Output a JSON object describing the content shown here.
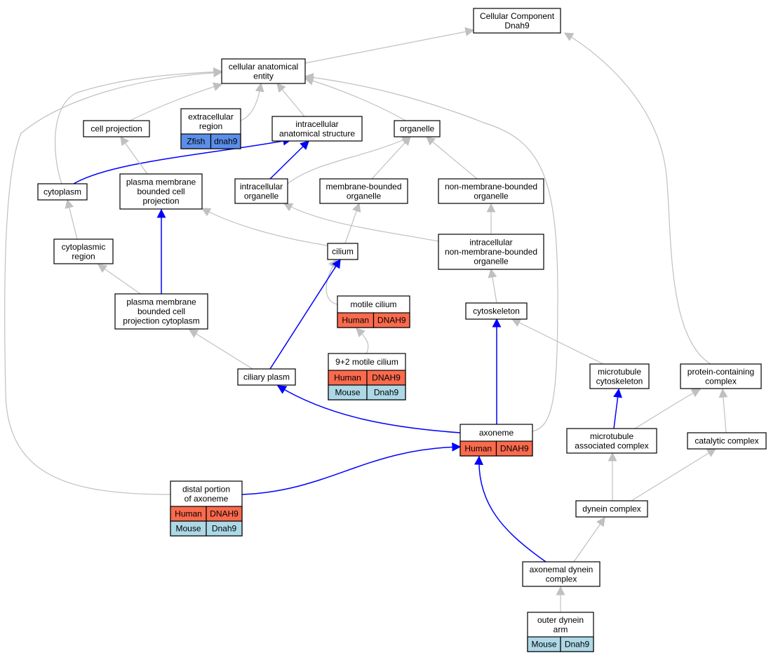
{
  "colors": {
    "edge_gray": "#c0c0c0",
    "edge_blue": "#0000ff",
    "human": "#fa6a4d",
    "mouse": "#add8e6",
    "zfish": "#5b8ee8"
  },
  "nodes": {
    "root": {
      "lines": [
        "Cellular Component",
        "Dnah9"
      ]
    },
    "cae": {
      "lines": [
        "cellular anatomical",
        "entity"
      ]
    },
    "cellproj": {
      "lines": [
        "cell projection"
      ]
    },
    "extracell": {
      "lines": [
        "extracellular",
        "region"
      ],
      "species": [
        {
          "org": "Zfish",
          "gene": "dnah9",
          "kind": "zfish"
        }
      ]
    },
    "intraanat": {
      "lines": [
        "intracellular",
        "anatomical structure"
      ]
    },
    "organelle": {
      "lines": [
        "organelle"
      ]
    },
    "cytoplasm": {
      "lines": [
        "cytoplasm"
      ]
    },
    "pmbcp": {
      "lines": [
        "plasma membrane",
        "bounded cell",
        "projection"
      ]
    },
    "intraorg": {
      "lines": [
        "intracellular",
        "organelle"
      ]
    },
    "mbo": {
      "lines": [
        "membrane-bounded",
        "organelle"
      ]
    },
    "nmbo": {
      "lines": [
        "non-membrane-bounded",
        "organelle"
      ]
    },
    "cytoreg": {
      "lines": [
        "cytoplasmic",
        "region"
      ]
    },
    "cilium": {
      "lines": [
        "cilium"
      ]
    },
    "inmbo": {
      "lines": [
        "intracellular",
        "non-membrane-bounded",
        "organelle"
      ]
    },
    "pmbcpc": {
      "lines": [
        "plasma membrane",
        "bounded cell",
        "projection cytoplasm"
      ]
    },
    "motile": {
      "lines": [
        "motile cilium"
      ],
      "species": [
        {
          "org": "Human",
          "gene": "DNAH9",
          "kind": "human"
        }
      ]
    },
    "cytoskel": {
      "lines": [
        "cytoskeleton"
      ]
    },
    "ninetwo": {
      "lines": [
        "9+2 motile cilium"
      ],
      "species": [
        {
          "org": "Human",
          "gene": "DNAH9",
          "kind": "human"
        },
        {
          "org": "Mouse",
          "gene": "Dnah9",
          "kind": "mouse"
        }
      ]
    },
    "cilplasm": {
      "lines": [
        "ciliary plasm"
      ]
    },
    "mtcyto": {
      "lines": [
        "microtubule",
        "cytoskeleton"
      ]
    },
    "pcc": {
      "lines": [
        "protein-containing",
        "complex"
      ]
    },
    "axoneme": {
      "lines": [
        "axoneme"
      ],
      "species": [
        {
          "org": "Human",
          "gene": "DNAH9",
          "kind": "human"
        }
      ]
    },
    "mtac": {
      "lines": [
        "microtubule",
        "associated complex"
      ]
    },
    "catcomp": {
      "lines": [
        "catalytic complex"
      ]
    },
    "distal": {
      "lines": [
        "distal portion",
        "of axoneme"
      ],
      "species": [
        {
          "org": "Human",
          "gene": "DNAH9",
          "kind": "human"
        },
        {
          "org": "Mouse",
          "gene": "Dnah9",
          "kind": "mouse"
        }
      ]
    },
    "dynein": {
      "lines": [
        "dynein complex"
      ]
    },
    "axdyn": {
      "lines": [
        "axonemal dynein",
        "complex"
      ]
    },
    "outer": {
      "lines": [
        "outer dynein",
        "arm"
      ],
      "species": [
        {
          "org": "Mouse",
          "gene": "Dnah9",
          "kind": "mouse"
        }
      ]
    }
  },
  "edges": [
    {
      "from": "cae",
      "to": "root",
      "rel": "is_a"
    },
    {
      "from": "pcc",
      "to": "root",
      "rel": "is_a"
    },
    {
      "from": "cellproj",
      "to": "cae",
      "rel": "is_a"
    },
    {
      "from": "extracell",
      "to": "cae",
      "rel": "is_a"
    },
    {
      "from": "intraanat",
      "to": "cae",
      "rel": "is_a"
    },
    {
      "from": "organelle",
      "to": "cae",
      "rel": "is_a"
    },
    {
      "from": "cytoplasm",
      "to": "cae",
      "rel": "is_a"
    },
    {
      "from": "distal",
      "to": "cae",
      "rel": "is_a"
    },
    {
      "from": "axoneme",
      "to": "cae",
      "rel": "is_a"
    },
    {
      "from": "cytoplasm",
      "to": "intraanat",
      "rel": "part_of"
    },
    {
      "from": "intraorg",
      "to": "intraanat",
      "rel": "part_of"
    },
    {
      "from": "pmbcp",
      "to": "cellproj",
      "rel": "is_a"
    },
    {
      "from": "intraorg",
      "to": "organelle",
      "rel": "is_a"
    },
    {
      "from": "mbo",
      "to": "organelle",
      "rel": "is_a"
    },
    {
      "from": "nmbo",
      "to": "organelle",
      "rel": "is_a"
    },
    {
      "from": "cytoreg",
      "to": "cytoplasm",
      "rel": "is_a"
    },
    {
      "from": "pmbcpc",
      "to": "pmbcp",
      "rel": "part_of"
    },
    {
      "from": "cilium",
      "to": "pmbcp",
      "rel": "is_a"
    },
    {
      "from": "cilium",
      "to": "mbo",
      "rel": "is_a"
    },
    {
      "from": "inmbo",
      "to": "nmbo",
      "rel": "is_a"
    },
    {
      "from": "inmbo",
      "to": "intraorg",
      "rel": "is_a"
    },
    {
      "from": "motile",
      "to": "cilium",
      "rel": "is_a"
    },
    {
      "from": "cilplasm",
      "to": "cilium",
      "rel": "part_of"
    },
    {
      "from": "pmbcpc",
      "to": "cytoreg",
      "rel": "is_a"
    },
    {
      "from": "cilplasm",
      "to": "pmbcpc",
      "rel": "is_a"
    },
    {
      "from": "ninetwo",
      "to": "motile",
      "rel": "is_a"
    },
    {
      "from": "cytoskel",
      "to": "inmbo",
      "rel": "is_a"
    },
    {
      "from": "mtcyto",
      "to": "cytoskel",
      "rel": "is_a"
    },
    {
      "from": "axoneme",
      "to": "cytoskel",
      "rel": "part_of"
    },
    {
      "from": "axoneme",
      "to": "cilplasm",
      "rel": "part_of"
    },
    {
      "from": "mtac",
      "to": "mtcyto",
      "rel": "part_of"
    },
    {
      "from": "mtac",
      "to": "pcc",
      "rel": "is_a"
    },
    {
      "from": "catcomp",
      "to": "pcc",
      "rel": "is_a"
    },
    {
      "from": "distal",
      "to": "axoneme",
      "rel": "part_of"
    },
    {
      "from": "dynein",
      "to": "mtac",
      "rel": "is_a"
    },
    {
      "from": "dynein",
      "to": "catcomp",
      "rel": "is_a"
    },
    {
      "from": "axdyn",
      "to": "dynein",
      "rel": "is_a"
    },
    {
      "from": "axdyn",
      "to": "axoneme",
      "rel": "part_of"
    },
    {
      "from": "outer",
      "to": "axdyn",
      "rel": "is_a"
    }
  ]
}
